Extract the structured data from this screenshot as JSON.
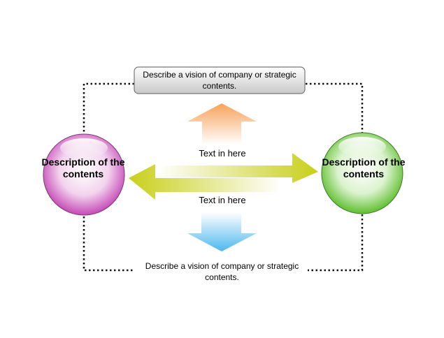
{
  "top_box": {
    "text": "Describe a vision of company or strategic contents."
  },
  "bottom_text": {
    "text": "Describe a vision of company or strategic contents."
  },
  "arrow_labels": {
    "upper": "Text in here",
    "lower": "Text in here"
  },
  "spheres": {
    "left": {
      "text": "Description of the contents",
      "color": "#d04fc2"
    },
    "right": {
      "text": "Description of the contents",
      "color": "#6fcf3e"
    }
  },
  "colors": {
    "top_arrow": "#f7a25a",
    "bottom_arrow": "#4db8ee",
    "horizontal_arrows": "#c8cf1a",
    "box_fill": "#d6d6d6",
    "dotted_line": "#111111"
  }
}
